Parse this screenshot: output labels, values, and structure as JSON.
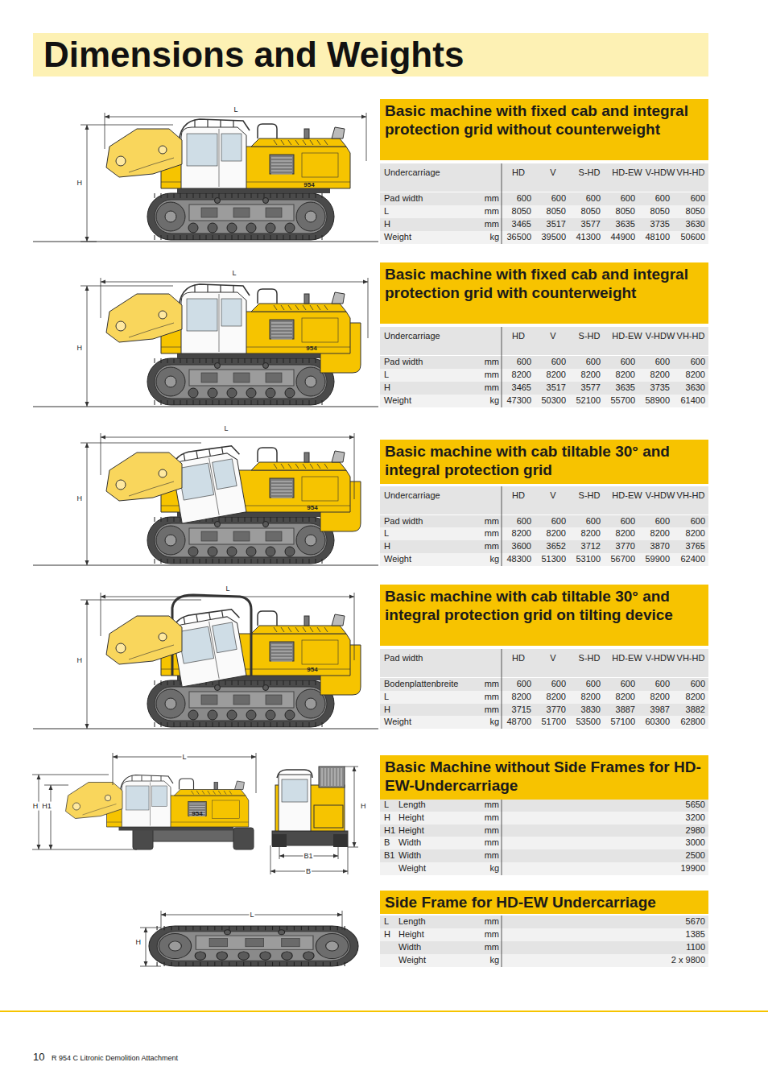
{
  "diagram": {
    "title": "Dimensions and Weights",
    "nodes": [
      {
        "text": [
          "Basic machine with fixed cab and integral protection grid without counterweight"
        ]
      },
      {
        "text": [
          "Basic machine with fixed cab and integral protection grid with counterweight"
        ]
      },
      {
        "text": [
          "Basic machine with cab tiltable 30° and integral protection grid"
        ]
      },
      {
        "text": [
          "Basic machine with cab tiltable 30° and integral protection grid on tilting device"
        ]
      },
      {
        "text": [
          "Basic Machine without Side Frames for HD-EW-Undercarriage"
        ]
      },
      {
        "text": [
          "Side Frame for HD-EW Undercarriage"
        ]
      }
    ],
    "labels": [
      "L",
      "H",
      "954",
      "Undercarriage",
      "HD",
      "V",
      "S-HD",
      "HD-EW",
      "V-HDW",
      "VH-HD",
      "Pad width",
      "mm",
      "600",
      "600",
      "600",
      "600",
      "600",
      "600",
      "L",
      "mm",
      "8050",
      "8050",
      "8050",
      "8050",
      "8050",
      "8050",
      "H",
      "mm",
      "3465",
      "3517",
      "3577",
      "3635",
      "3735",
      "3630",
      "Weight",
      "kg",
      "36500",
      "39500",
      "41300",
      "44900",
      "48100",
      "50600",
      "L",
      "H",
      "954",
      "Undercarriage",
      "HD",
      "V",
      "S-HD",
      "HD-EW",
      "V-HDW",
      "VH-HD",
      "Pad width",
      "mm",
      "600",
      "600",
      "600",
      "600",
      "600",
      "600",
      "L",
      "mm",
      "8200",
      "8200",
      "8200",
      "8200",
      "8200",
      "8200",
      "H",
      "mm",
      "3465",
      "3517",
      "3577",
      "3635",
      "3735",
      "3630",
      "Weight",
      "kg",
      "47300",
      "50300",
      "52100",
      "55700",
      "58900",
      "61400",
      "L",
      "H",
      "954",
      "Undercarriage",
      "HD",
      "V",
      "S-HD",
      "HD-EW",
      "V-HDW",
      "VH-HD",
      "Pad width",
      "mm",
      "600",
      "600",
      "600",
      "600",
      "600",
      "600",
      "L",
      "mm",
      "8200",
      "8200",
      "8200",
      "8200",
      "8200",
      "8200",
      "H",
      "mm",
      "3600",
      "3652",
      "3712",
      "3770",
      "3870",
      "3765",
      "Weight",
      "kg",
      "48300",
      "51300",
      "53100",
      "56700",
      "59900",
      "62400",
      "L",
      "H",
      "954",
      "Pad width",
      "HD",
      "V",
      "S-HD",
      "HD-EW",
      "V-HDW",
      "VH-HD",
      "Bodenplattenbreite",
      "mm",
      "600",
      "600",
      "600",
      "600",
      "600",
      "600",
      "L",
      "mm",
      "8200",
      "8200",
      "8200",
      "8200",
      "8200",
      "8200",
      "H",
      "mm",
      "3715",
      "3770",
      "3830",
      "3887",
      "3987",
      "3882",
      "Weight",
      "kg",
      "48700",
      "51700",
      "53500",
      "57100",
      "60300",
      "62800",
      "L",
      "H",
      "H1",
      "954",
      "H",
      "B1",
      "B",
      "L",
      "Length",
      "mm",
      "5650",
      "H",
      "Height",
      "mm",
      "3200",
      "H1",
      "Height",
      "mm",
      "2980",
      "B",
      "Width",
      "mm",
      "3000",
      "B1",
      "Width",
      "mm",
      "2500",
      "Weight",
      "kg",
      "19900",
      "L",
      "H",
      "L",
      "Length",
      "mm",
      "5670",
      "H",
      "Height",
      "mm",
      "1385",
      "Width",
      "mm",
      "1100",
      "Weight",
      "kg",
      "2 x 9800",
      "10",
      "R 954 C Litronic Demolition Attachment"
    ]
  }
}
